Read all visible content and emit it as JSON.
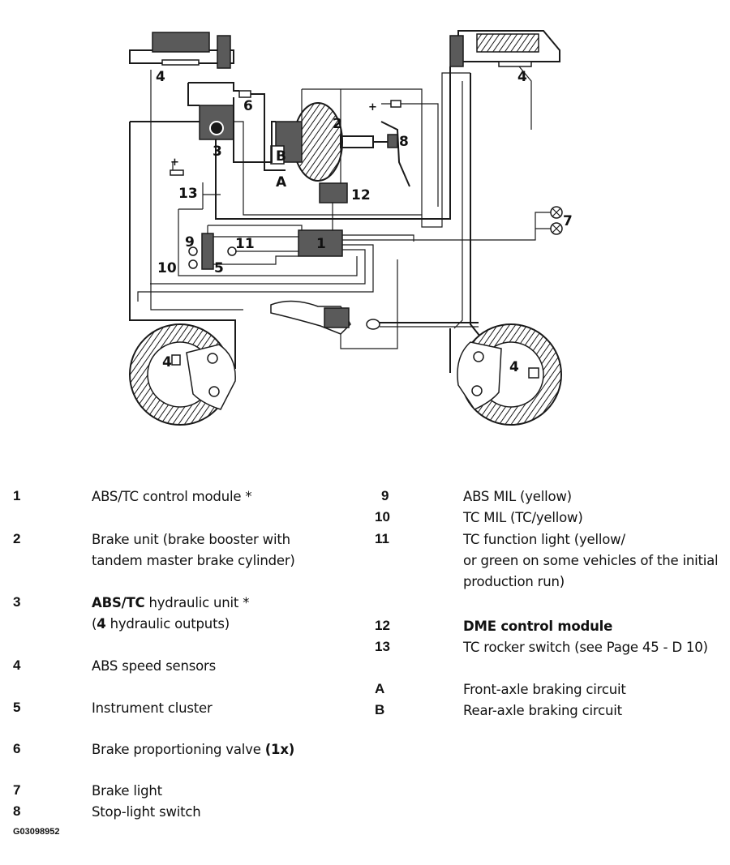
{
  "diagram": {
    "labels": {
      "l1": "1",
      "l2": "2",
      "l3": "3",
      "l4a": "4",
      "l4b": "4",
      "l4c": "4",
      "l4d": "4",
      "l5": "5",
      "l6": "6",
      "l7": "7",
      "l8": "8",
      "l9": "9",
      "l10": "10",
      "l11": "11",
      "l12": "12",
      "l13": "13",
      "lA": "A",
      "lB": "B",
      "plus1": "+",
      "plus2": "+"
    }
  },
  "legend_left": [
    {
      "num": "1",
      "line1": "ABS/TC control module *"
    },
    {
      "num": "2",
      "line1": "Brake unit (brake booster with",
      "line2": "tandem master brake cylinder)"
    },
    {
      "num": "3",
      "line1_bold": "ABS/TC",
      "line1": " hydraulic unit *",
      "line2_pre": "(",
      "line2_bold": "4",
      "line2": " hydraulic outputs)"
    },
    {
      "num": "4",
      "line1": "ABS speed sensors"
    },
    {
      "num": "5",
      "line1": "Instrument cluster"
    },
    {
      "num": "6",
      "line1": "Brake proportioning valve ",
      "line1_bold_suffix": "(1x)"
    },
    {
      "num": "7",
      "line1": "Brake light"
    },
    {
      "num": "8",
      "line1": "Stop-light switch"
    }
  ],
  "legend_right": [
    {
      "num": "9",
      "line1": "ABS MIL (yellow)"
    },
    {
      "num": "10",
      "line1": "TC MIL (TC/yellow)"
    },
    {
      "num": "11",
      "line1": "TC function light (yellow/",
      "line2": "or green on some vehicles of the initial",
      "line3": "production run)"
    },
    {
      "num": "12",
      "line1_bold": "DME control module"
    },
    {
      "num": "13",
      "line1": "TC rocker switch (see Page 45 - D 10)"
    },
    {
      "num": "A",
      "line1": "Front-axle braking circuit"
    },
    {
      "num": "B",
      "line1": "Rear-axle braking circuit"
    }
  ],
  "image_code": "G03098952"
}
